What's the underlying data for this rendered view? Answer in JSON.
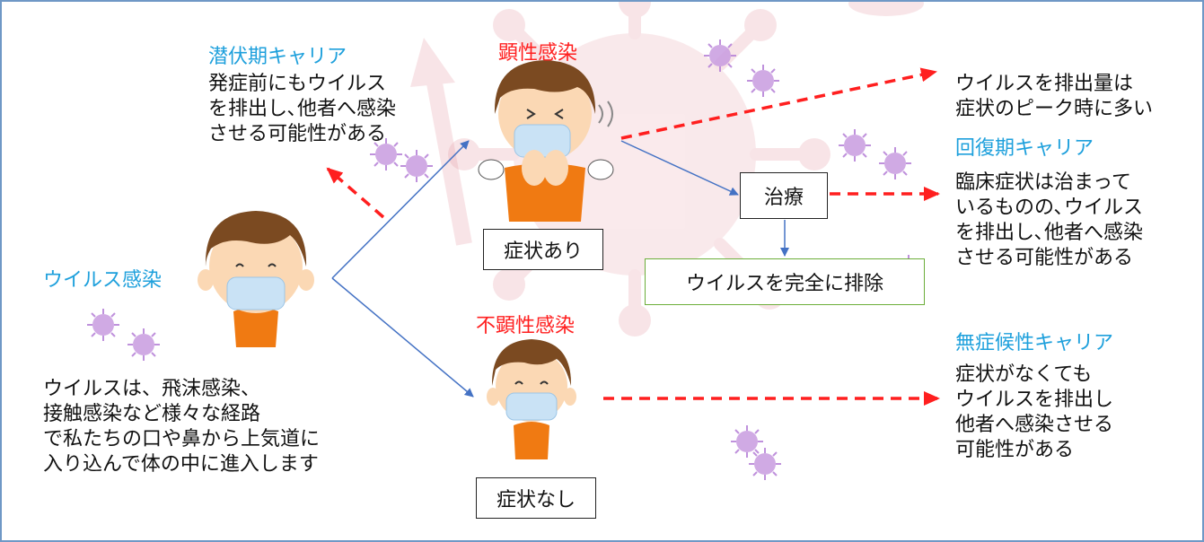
{
  "colors": {
    "blue_heading": "#1ea0dc",
    "red_heading": "#ff2020",
    "green_text": "#6cae3a",
    "arrow_blue": "#4472c4",
    "arrow_red": "#ff1f1f",
    "frame": "#6f98c6",
    "shirt": "#f07a12",
    "hair": "#7b4a21",
    "mask": "#c9e2f5",
    "virus": "#b47ed6"
  },
  "icons": [
    "virus-background-icon",
    "child-with-mask-icon",
    "child-coughing-icon",
    "virus-particle-icon"
  ],
  "left": {
    "infection_label": "ウイルス感染",
    "description_lines": [
      "ウイルスは、飛沫感染、",
      "接触感染など様々な経路",
      "で私たちの口や鼻から上気道に",
      "入り込んで体の中に進入します"
    ]
  },
  "latent": {
    "heading": "潜伏期キャリア",
    "lines": [
      "発症前にもウイルス",
      "を排出し､他者へ感染",
      "させる可能性がある"
    ]
  },
  "overt": {
    "heading": "顕性感染",
    "status": "症状あり"
  },
  "treatment": {
    "label": "治療",
    "outcome": "ウイルスを完全に排除"
  },
  "peak": {
    "lines": [
      "ウイルスを排出量は",
      "症状のピーク時に多い"
    ]
  },
  "recovery": {
    "heading": "回復期キャリア",
    "lines": [
      "臨床症状は治まって",
      "いるものの､ウイルス",
      "を排出し､他者へ感染",
      "させる可能性がある"
    ]
  },
  "inapparent": {
    "heading": "不顕性感染",
    "status": "症状なし"
  },
  "asymptomatic": {
    "heading": "無症候性キャリア",
    "lines": [
      "症状がなくても",
      "ウイルスを排出し",
      "他者へ感染させる",
      "可能性がある"
    ]
  }
}
